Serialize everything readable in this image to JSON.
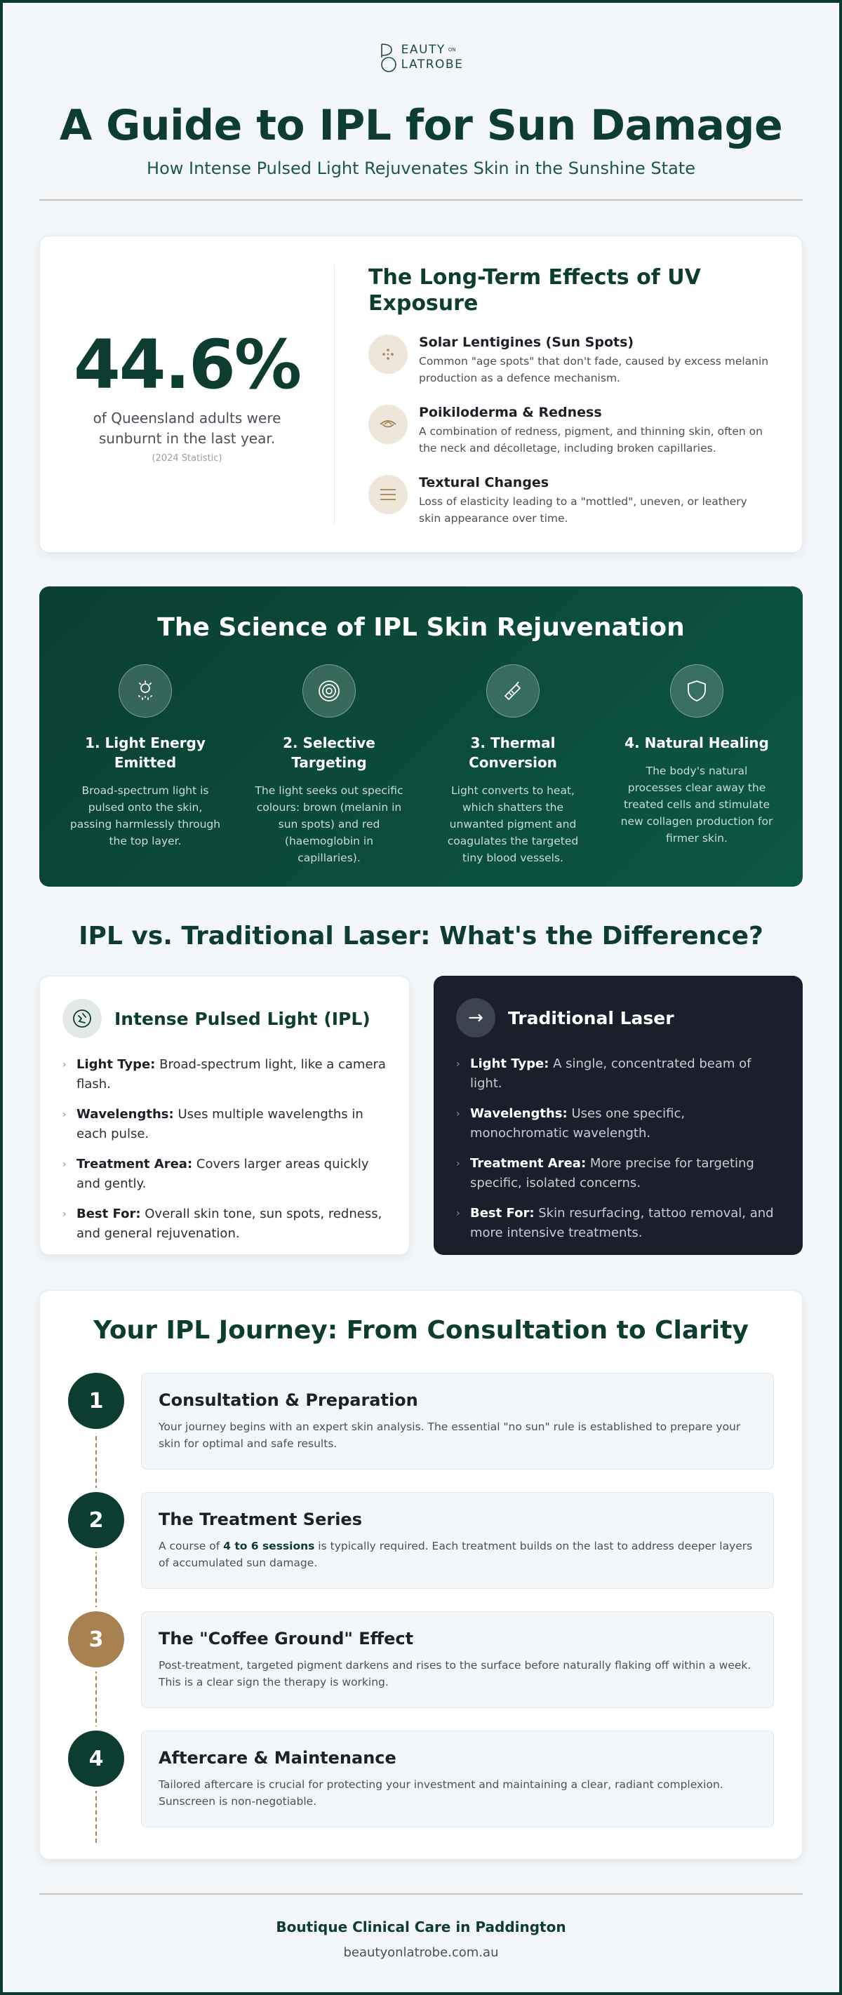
{
  "brand": {
    "logo_line1": "EAUTY",
    "logo_small": "ON",
    "logo_line2": "LATROBE",
    "colors": {
      "primary": "#0c3d30",
      "accent": "#a7814f",
      "dark": "#1a1f2b"
    }
  },
  "header": {
    "title": "A Guide to IPL for Sun Damage",
    "subtitle": "How Intense Pulsed Light Rejuvenates Skin in the Sunshine State"
  },
  "stat": {
    "value": "44.6%",
    "description": "of Queensland adults were sunburnt in the last year.",
    "note": "(2024 Statistic)"
  },
  "uv_effects": {
    "title": "The Long-Term Effects of UV Exposure",
    "items": [
      {
        "icon": "dots-icon",
        "heading": "Solar Lentigines (Sun Spots)",
        "text": "Common \"age spots\" that don't fade, caused by excess melanin production as a defence mechanism."
      },
      {
        "icon": "eye-icon",
        "heading": "Poikiloderma & Redness",
        "text": "A combination of redness, pigment, and thinning skin, often on the neck and décolletage, including broken capillaries."
      },
      {
        "icon": "lines-icon",
        "heading": "Textural Changes",
        "text": "Loss of elasticity leading to a \"mottled\", uneven, or leathery skin appearance over time."
      }
    ]
  },
  "science": {
    "title": "The Science of IPL Skin Rejuvenation",
    "steps": [
      {
        "icon": "light-burst-icon",
        "heading": "1. Light Energy Emitted",
        "text": "Broad-spectrum light is pulsed onto the skin, passing harmlessly through the top layer."
      },
      {
        "icon": "target-icon",
        "heading": "2. Selective Targeting",
        "text": "The light seeks out specific colours: brown (melanin in sun spots) and red (haemoglobin in capillaries)."
      },
      {
        "icon": "thermal-icon",
        "heading": "3. Thermal Conversion",
        "text": "Light converts to heat, which shatters the unwanted pigment and coagulates the targeted tiny blood vessels."
      },
      {
        "icon": "shield-icon",
        "heading": "4. Natural Healing",
        "text": "The body's natural processes clear away the treated cells and stimulate new collagen production for firmer skin."
      }
    ]
  },
  "comparison": {
    "title": "IPL vs. Traditional Laser: What's the Difference?",
    "ipl": {
      "heading": "Intense Pulsed Light (IPL)",
      "items": [
        {
          "label": "Light Type:",
          "text": " Broad-spectrum light, like a camera flash."
        },
        {
          "label": "Wavelengths:",
          "text": " Uses multiple wavelengths in each pulse."
        },
        {
          "label": "Treatment Area:",
          "text": " Covers larger areas quickly and gently."
        },
        {
          "label": "Best For:",
          "text": " Overall skin tone, sun spots, redness, and general rejuvenation."
        }
      ]
    },
    "laser": {
      "heading": "Traditional Laser",
      "arrow": "→",
      "items": [
        {
          "label": "Light Type:",
          "text": " A single, concentrated beam of light."
        },
        {
          "label": "Wavelengths:",
          "text": " Uses one specific, monochromatic wavelength."
        },
        {
          "label": "Treatment Area:",
          "text": " More precise for targeting specific, isolated concerns."
        },
        {
          "label": "Best For:",
          "text": " Skin resurfacing, tattoo removal, and more intensive treatments."
        }
      ]
    }
  },
  "journey": {
    "title": "Your IPL Journey: From Consultation to Clarity",
    "steps": [
      {
        "number": "1",
        "heading": "Consultation & Preparation",
        "text": "Your journey begins with an expert skin analysis. The essential \"no sun\" rule is established to prepare your skin for optimal and safe results."
      },
      {
        "number": "2",
        "heading": "The Treatment Series",
        "text_before": "A course of ",
        "text_bold": "4 to 6 sessions",
        "text_after": " is typically required. Each treatment builds on the last to address deeper layers of accumulated sun damage."
      },
      {
        "number": "3",
        "heading": "The \"Coffee Ground\" Effect",
        "text": "Post-treatment, targeted pigment darkens and rises to the surface before naturally flaking off within a week. This is a clear sign the therapy is working."
      },
      {
        "number": "4",
        "heading": "Aftercare & Maintenance",
        "text": "Tailored aftercare is crucial for protecting your investment and maintaining a clear, radiant complexion. Sunscreen is non-negotiable."
      }
    ]
  },
  "footer": {
    "tagline": "Boutique Clinical Care in Paddington",
    "url": "beautyonlatrobe.com.au"
  }
}
